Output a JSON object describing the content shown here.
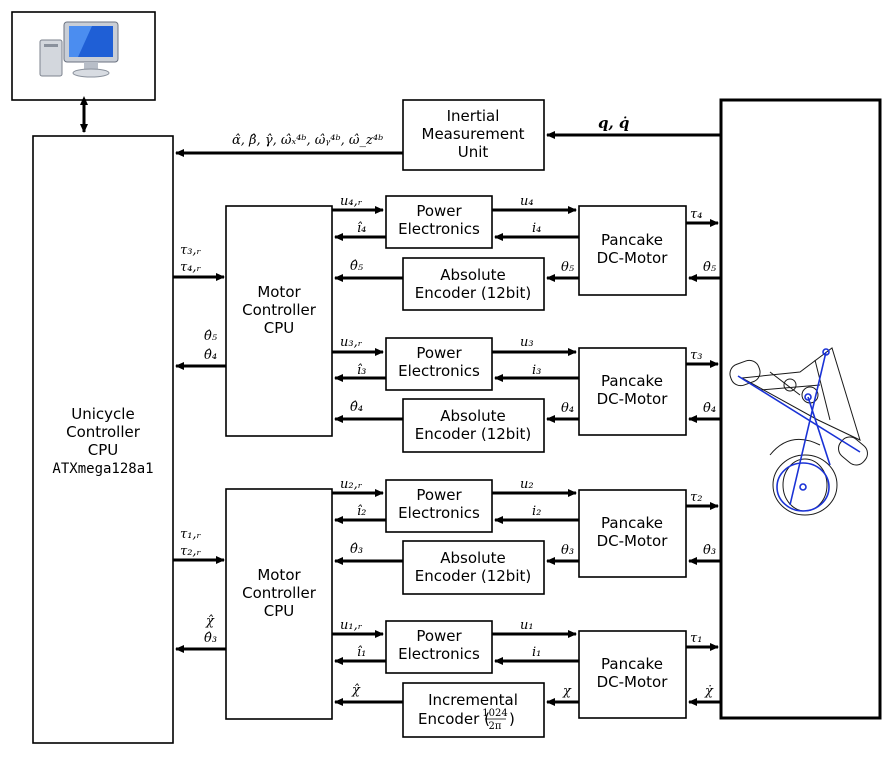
{
  "blocks": {
    "imu": [
      "Inertial",
      "Measurement",
      "Unit"
    ],
    "unicycle": [
      "Unicycle",
      "Controller",
      "CPU",
      "ATXmega128a1"
    ],
    "motor_cpu_top": [
      "Motor",
      "Controller",
      "CPU"
    ],
    "motor_cpu_bottom": [
      "Motor",
      "Controller",
      "CPU"
    ],
    "power_electronics": [
      "Power",
      "Electronics"
    ],
    "pancake_motor": [
      "Pancake",
      "DC-Motor"
    ],
    "absolute_encoder": [
      "Absolute",
      "Encoder (12bit)"
    ],
    "incremental_encoder": [
      "Incremental",
      "Encoder (",
      "1024",
      "2π",
      ")"
    ]
  },
  "signals": {
    "robot_to_imu": "q, q̇",
    "imu_to_cpu": "α̂, β̂, γ̂, ω̂ₓ⁴ᵇ, ω̂ᵧ⁴ᵇ, ω̂_z⁴ᵇ",
    "tau34": [
      "τ₃,ᵣ",
      "τ₄,ᵣ"
    ],
    "theta54": [
      "θ̂₅",
      "θ̂₄"
    ],
    "tau12": [
      "τ₁,ᵣ",
      "τ₂,ᵣ"
    ],
    "chi_theta3": [
      "χ̂",
      "θ̂₃"
    ],
    "u4r": "u₄,ᵣ",
    "i4hat": "î₄",
    "u4": "u₄",
    "i4": "i₄",
    "tau4": "τ₄",
    "theta5dot": "θ̇₅",
    "theta5hat": "θ̂₅",
    "theta5": "θ₅",
    "u3r": "u₃,ᵣ",
    "i3hat": "î₃",
    "u3": "u₃",
    "i3": "i₃",
    "tau3": "τ₃",
    "theta4dot": "θ̇₄",
    "theta4hat": "θ̂₄",
    "theta4": "θ₄",
    "u2r": "u₂,ᵣ",
    "i2hat": "î₂",
    "u2": "u₂",
    "i2": "i₂",
    "tau2": "τ₂",
    "theta3dot": "θ̇₃",
    "theta3hat": "θ̂₃",
    "theta3": "θ₃",
    "u1r": "u₁,ᵣ",
    "i1hat": "î₁",
    "u1": "u₁",
    "i1": "i₁",
    "tau1": "τ₁",
    "chidot": "χ̇",
    "chihat": "χ̂",
    "chi": "χ"
  },
  "icons": {
    "pc": "desktop-computer-icon",
    "robot": "unicycle-robot-icon"
  }
}
